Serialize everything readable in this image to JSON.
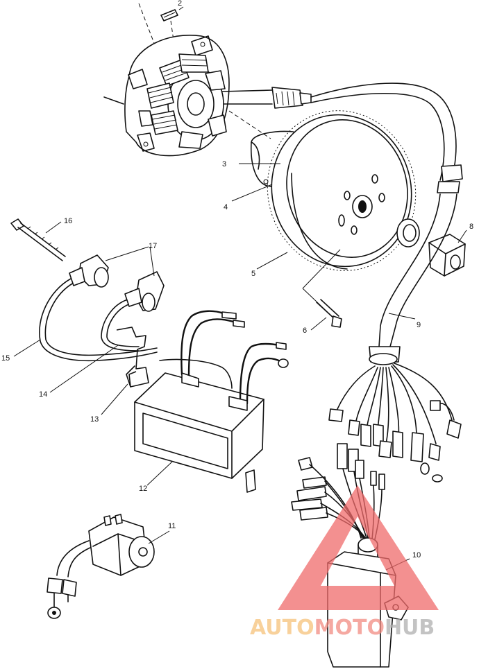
{
  "callouts": [
    {
      "id": "1",
      "text": ""
    },
    {
      "id": "2",
      "text": "2"
    },
    {
      "id": "3",
      "text": "3"
    },
    {
      "id": "4",
      "text": "4"
    },
    {
      "id": "5",
      "text": "5"
    },
    {
      "id": "6",
      "text": "6"
    },
    {
      "id": "8",
      "text": "8"
    },
    {
      "id": "9",
      "text": "9"
    },
    {
      "id": "10",
      "text": "10"
    },
    {
      "id": "11",
      "text": "11"
    },
    {
      "id": "12",
      "text": "12"
    },
    {
      "id": "13",
      "text": "13"
    },
    {
      "id": "14",
      "text": "14"
    },
    {
      "id": "15",
      "text": "15"
    },
    {
      "id": "16",
      "text": "16"
    },
    {
      "id": "17",
      "text": "17"
    }
  ],
  "watermark": {
    "part1": "AUTO",
    "part2": "MOTO",
    "part3": "HUB",
    "color1": "#f6c27a",
    "color2": "#f28b82",
    "color3": "#b0b0b0",
    "triangle_color": "#f06b6b"
  }
}
